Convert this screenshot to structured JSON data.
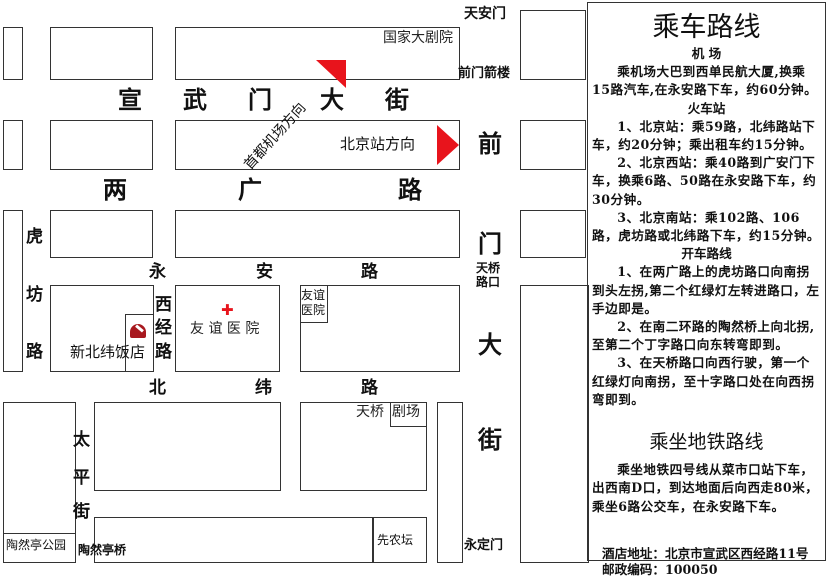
{
  "map": {
    "roads": {
      "xuanwumen": [
        "宣",
        "武",
        "门",
        "大",
        "街"
      ],
      "lianggang": [
        "两",
        "广",
        "路"
      ],
      "yongan": [
        "永",
        "安",
        "路"
      ],
      "beiwei": [
        "北",
        "纬",
        "路"
      ],
      "qianmen": [
        "前",
        "门",
        "大",
        "街"
      ],
      "hufang": [
        "虎",
        "坊",
        "路"
      ],
      "xijing": [
        "西",
        "经",
        "路"
      ],
      "taiping": [
        "太",
        "平",
        "街"
      ]
    },
    "landmarks": {
      "tiananmen": "天安门",
      "qianmen_arrow": "前门箭楼",
      "national_theater": "国家大剧院",
      "tianqiao_junction": [
        "天桥",
        "路口"
      ],
      "friendship_hospital": "友 谊 医 院",
      "friendship_hospital_small": [
        "友谊",
        "医院"
      ],
      "hotel": "新北纬饭店",
      "tianqiao_theater_a": "天桥",
      "tianqiao_theater_b": "剧场",
      "xiannongtan": "先农坛",
      "yongdingmen": "永定门",
      "taoranting_park": "陶然亭公园",
      "taoranting_bridge": "陶然亭桥"
    },
    "directions": {
      "airport": "首都机场方向",
      "beijing_station": "北京站方向"
    },
    "colors": {
      "arrow": "#e8141c",
      "hotel_logo": "#a8191f"
    }
  },
  "panel": {
    "title": "乘车路线",
    "airport_heading": "机  场",
    "airport_text": "乘机场大巴到西单民航大厦,换乘15路汽车,在永安路下车，约60分钟。",
    "train_heading": "火车站",
    "train": [
      "1、北京站：乘59路，北纬路站下车，约20分钟；乘出租车约15分钟。",
      "2、北京西站：乘40路到广安门下车，换乘6路、50路在永安路下车，约30分钟。",
      "3、北京南站：乘102路、106路，虎坊路或北纬路下车，约15分钟。"
    ],
    "drive_heading": "开车路线",
    "drive": [
      "1、在两广路上的虎坊路口向南拐到头左拐,第二个红绿灯左转进路口，左手边即是。",
      "2、在南二环路的陶然桥上向北拐,至第二个丁字路口向东转弯即到。",
      "3、在天桥路口向西行驶，第一个红绿灯向南拐，至十字路口处在向西拐弯即到。"
    ],
    "subway_title": "乘坐地铁路线",
    "subway_text": "乘坐地铁四号线从菜市口站下车，出西南D口，到达地面后向西走80米，乘坐6路公交车，在永安路下车。",
    "address": "酒店地址：北京市宣武区西经路11号",
    "postcode": "邮政编码：100050"
  }
}
